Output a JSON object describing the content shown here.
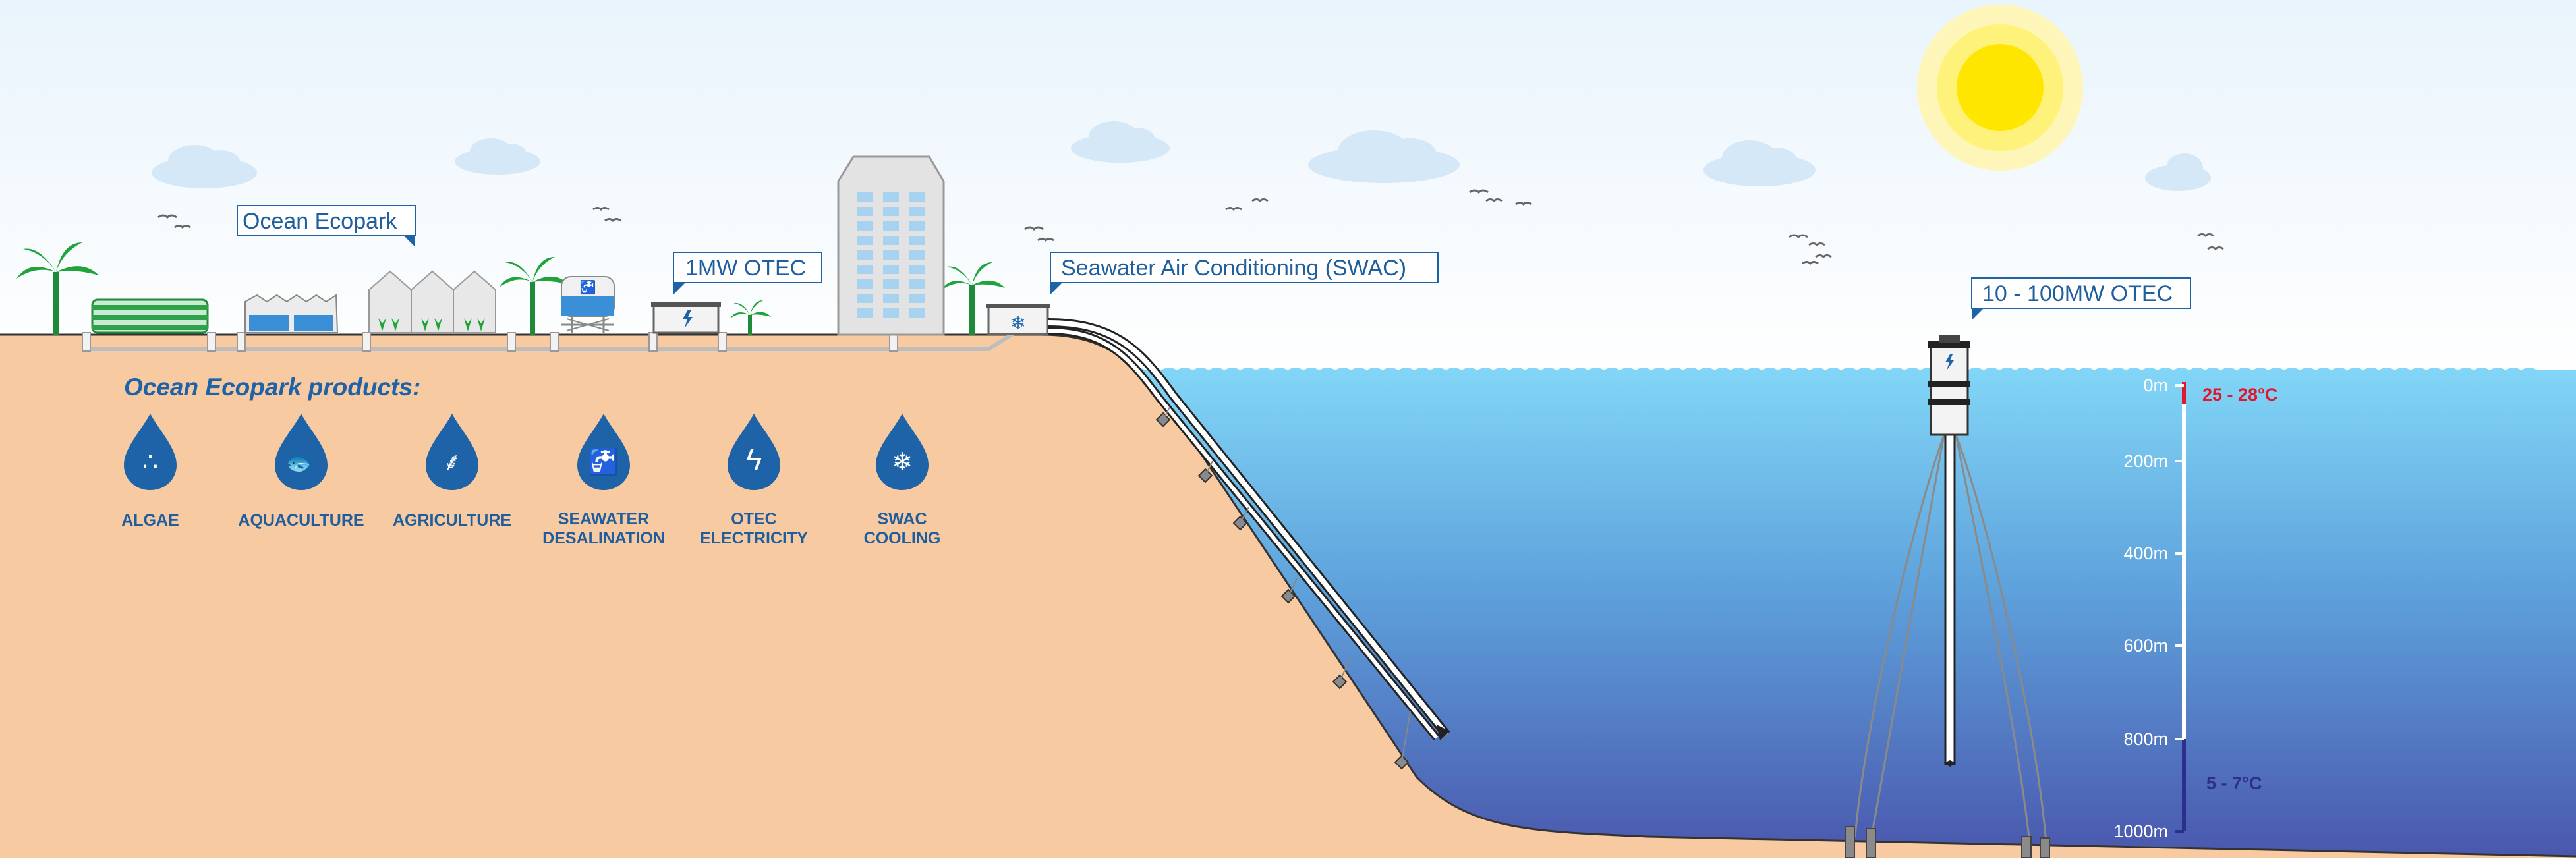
{
  "labels": {
    "ocean_ecopark": "Ocean Ecopark",
    "otec_1mw": "1MW OTEC",
    "swac": "Seawater Air Conditioning (SWAC)",
    "otec_large": "10 - 100MW OTEC",
    "products_title": "Ocean Ecopark products:"
  },
  "products": [
    {
      "line1": "ALGAE",
      "line2": "",
      "icon": "algae-icon"
    },
    {
      "line1": "AQUACULTURE",
      "line2": "",
      "icon": "fish-icon"
    },
    {
      "line1": "AGRICULTURE",
      "line2": "",
      "icon": "wheat-icon"
    },
    {
      "line1": "SEAWATER",
      "line2": "DESALINATION",
      "icon": "faucet-icon"
    },
    {
      "line1": "OTEC",
      "line2": "ELECTRICITY",
      "icon": "lightning-icon"
    },
    {
      "line1": "SWAC",
      "line2": "COOLING",
      "icon": "snowflake-icon"
    }
  ],
  "depth_scale": {
    "ticks": [
      "0m",
      "200m",
      "400m",
      "600m",
      "800m",
      "1000m"
    ],
    "warm_temp": "25 - 28°C",
    "cold_temp": "5 - 7°C"
  },
  "colors": {
    "sky_top": "#eef6fc",
    "sea_surface": "#7dd3f5",
    "sea_deep": "#4a5db0",
    "land": "#f7caa1",
    "brand_blue": "#1e63a8",
    "warm": "#e0182d",
    "cold": "#2c2f8c",
    "sun": "#ffe600"
  }
}
